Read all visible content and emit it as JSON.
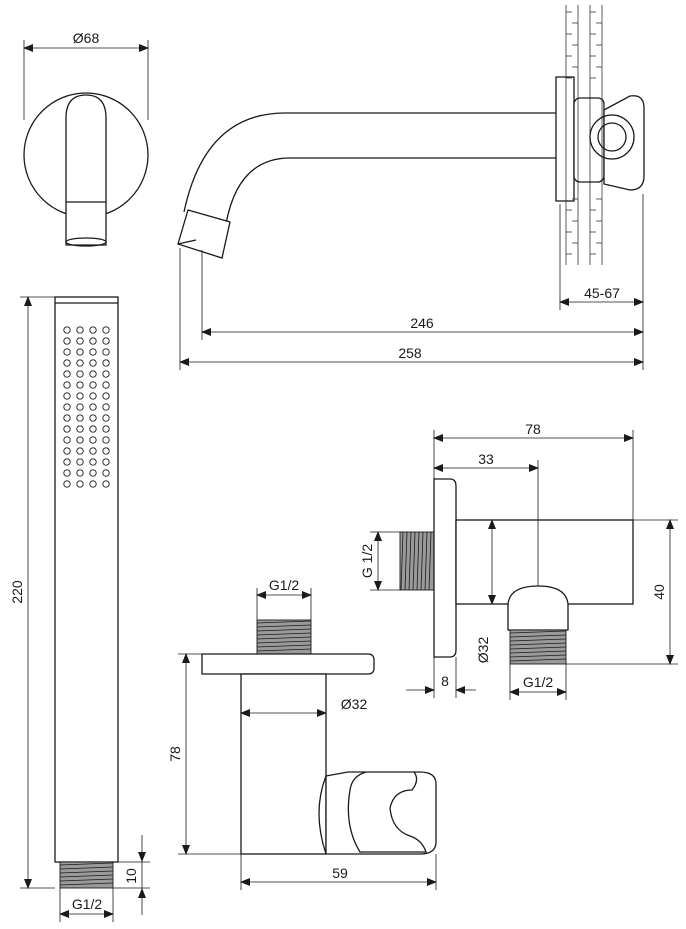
{
  "dimensions": {
    "flange_diameter": "Ø68",
    "spout_projection": "246",
    "overall_length": "258",
    "wall_range": "45-67",
    "handshower_length": "220",
    "handshower_thread": "G1/2",
    "handshower_thread_length": "10",
    "holder_thread": "G1/2",
    "holder_height": "78",
    "holder_diameter": "Ø32",
    "holder_width": "59",
    "elbow_length": "78",
    "elbow_outlet_offset": "33",
    "elbow_inlet_thread": "G 1/2",
    "elbow_outlet_diameter": "Ø32",
    "elbow_height": "40",
    "elbow_flange_thickness": "8",
    "elbow_outlet_thread": "G1/2"
  },
  "handshower": {
    "nozzle_rows": 15,
    "nozzle_cols": 4
  }
}
